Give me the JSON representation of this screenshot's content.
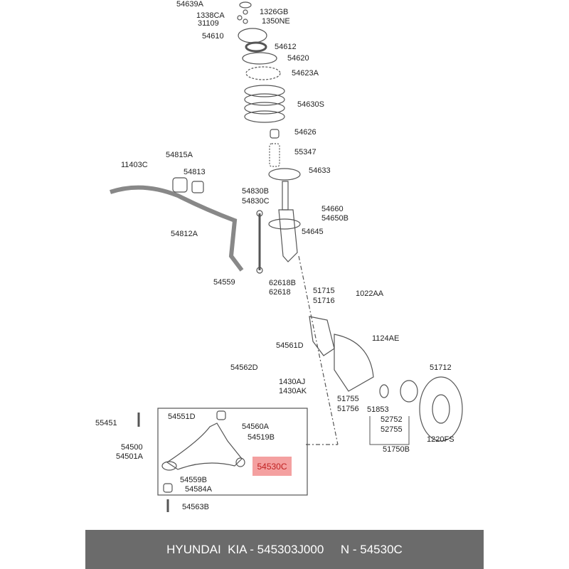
{
  "labels": [
    "54639A",
    "1326GB",
    "1338CA",
    "31109",
    "1350NE",
    "54610",
    "54612",
    "54620",
    "54623A",
    "54630S",
    "54626",
    "55347",
    "54815A",
    "11403C",
    "54813",
    "54633",
    "54830B",
    "54830C",
    "54660",
    "54650B",
    "54812A",
    "54645",
    "54559",
    "62618B",
    "62618",
    "51715",
    "51716",
    "1022AA",
    "1124AE",
    "54561D",
    "51712",
    "54562D",
    "1430AJ",
    "1430AK",
    "51755",
    "51756",
    "51853",
    "52752",
    "52755",
    "55451",
    "54551D",
    "54560A",
    "54519B",
    "1220FS",
    "51750B",
    "54500",
    "54501A",
    "54559B",
    "54584A",
    "54563B"
  ],
  "highlight": {
    "part": "54530C",
    "color": "#f4a0a0"
  },
  "footer": {
    "text": "HYUNDAI  KIA - 545303J000     N - 54530C"
  }
}
